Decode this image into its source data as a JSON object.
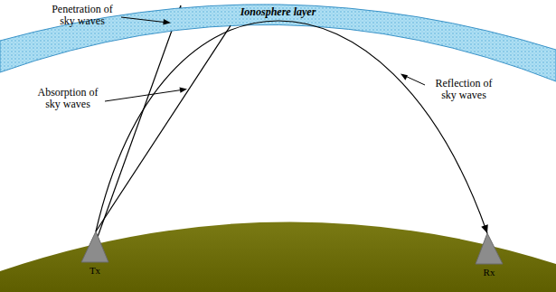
{
  "diagram": {
    "nodes": [
      {
        "text": [
          "Ionosphere layer"
        ]
      },
      {
        "text": [
          "Tx"
        ]
      },
      {
        "text": [
          "Rx"
        ]
      }
    ],
    "edges": [
      {
        "from": 1,
        "to": 2,
        "arrow": "to"
      },
      {
        "from": 1,
        "to": 0,
        "arrow": "none"
      }
    ],
    "labels": [
      "Penetration of sky waves",
      "Absorption of sky waves",
      "Reflection of sky waves"
    ]
  }
}
